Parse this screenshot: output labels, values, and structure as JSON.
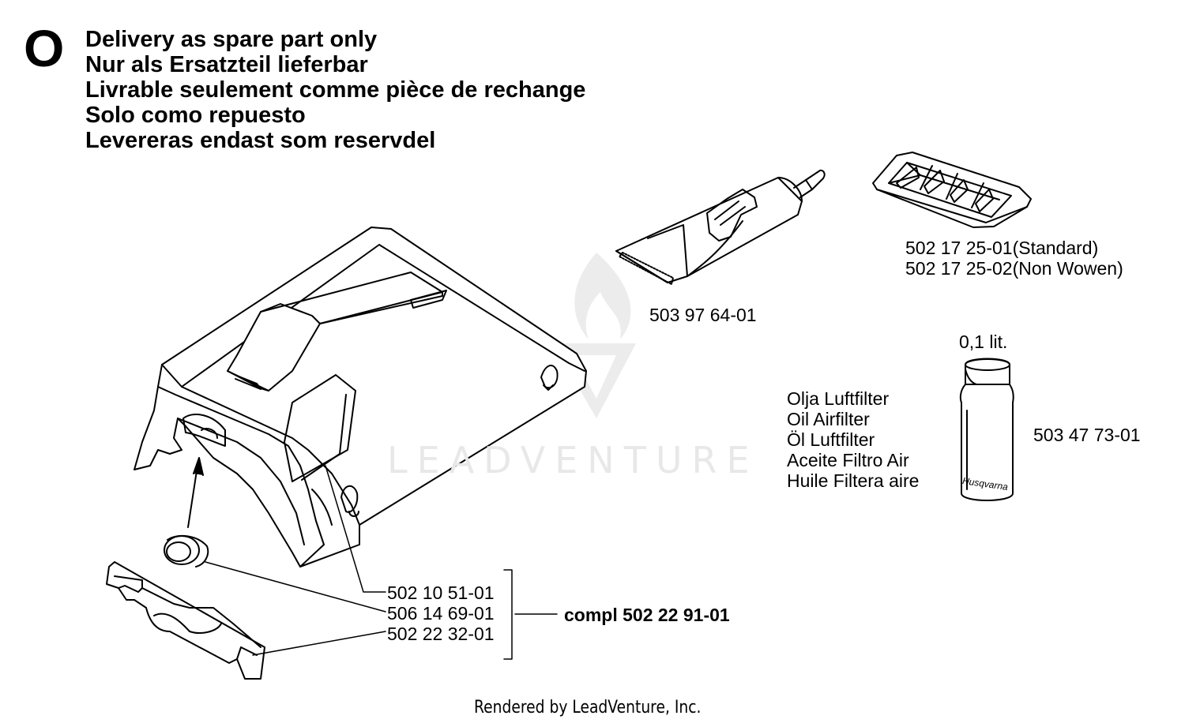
{
  "marker": "O",
  "legend": [
    "Delivery as spare part only",
    "Nur als Ersatzteil lieferbar",
    "Livrable seulement comme pièce de rechange",
    "Solo como repuesto",
    "Levereras endast som reservdel"
  ],
  "parts": {
    "tube": "503 97 64-01",
    "filter_standard": "502 17 25-01(Standard)",
    "filter_nonwoven": "502 17 25-02(Non Wowen)",
    "volume": "0,1 lit.",
    "bottle": "503 47 73-01",
    "cover": "502 10 51-01",
    "grommet": "506 14 69-01",
    "plate": "502 22 32-01",
    "compl": "compl 502 22 91-01"
  },
  "oil_labels": [
    "Olja Luftfilter",
    "Oil Airfilter",
    "Öl Luftfilter",
    "Aceite Filtro Air",
    "Huile Filtera aire"
  ],
  "bottle_brand": "Husqvarna",
  "watermark": "LEADVENTURE",
  "footer": "Rendered by LeadVenture, Inc."
}
